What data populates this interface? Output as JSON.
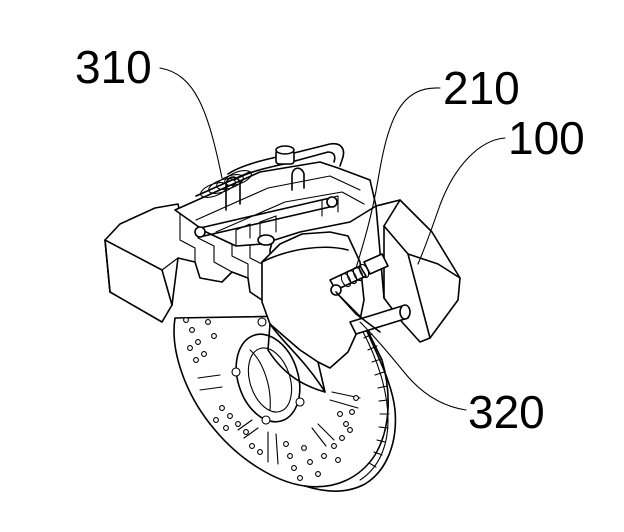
{
  "labels": {
    "l310": "310",
    "l210": "210",
    "l100": "100",
    "l320": "320"
  },
  "colors": {
    "ink": "#000000",
    "paper": "#ffffff"
  }
}
